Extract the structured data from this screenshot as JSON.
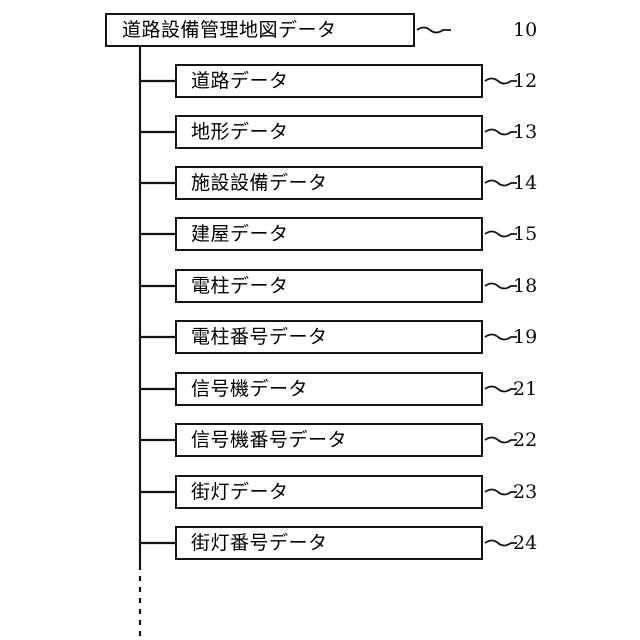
{
  "figure": {
    "background_color": "#ffffff",
    "line_color": "#151515",
    "text_color": "#000000",
    "root": {
      "label": "道路設備管理地図データ",
      "ref": "10"
    },
    "children": [
      {
        "label": "道路データ",
        "ref": "12"
      },
      {
        "label": "地形データ",
        "ref": "13"
      },
      {
        "label": "施設設備データ",
        "ref": "14"
      },
      {
        "label": "建屋データ",
        "ref": "15"
      },
      {
        "label": "電柱データ",
        "ref": "18"
      },
      {
        "label": "電柱番号データ",
        "ref": "19"
      },
      {
        "label": "信号機データ",
        "ref": "21"
      },
      {
        "label": "信号機番号データ",
        "ref": "22"
      },
      {
        "label": "街灯データ",
        "ref": "23"
      },
      {
        "label": "街灯番号データ",
        "ref": "24"
      }
    ]
  }
}
